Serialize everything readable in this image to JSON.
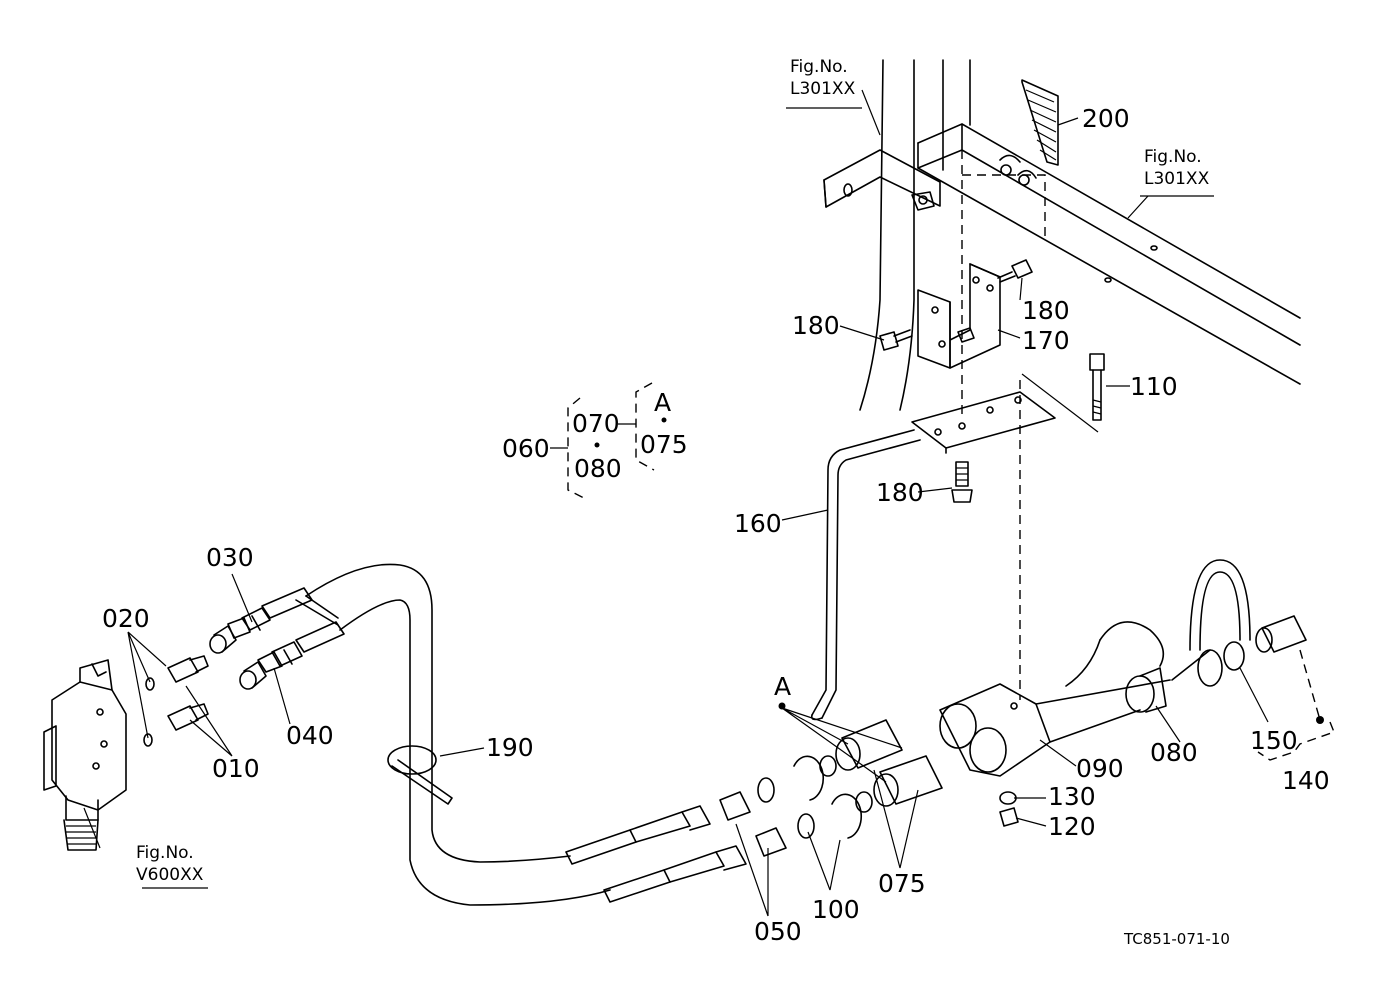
{
  "diagram": {
    "drawing_code": "TC851-071-10",
    "fig_refs": [
      {
        "id": "fig-ref-l301xx-top",
        "line1": "Fig.No.",
        "line2": "L301XX"
      },
      {
        "id": "fig-ref-l301xx-right",
        "line1": "Fig.No.",
        "line2": "L301XX"
      },
      {
        "id": "fig-ref-v600xx",
        "line1": "Fig.No.",
        "line2": "V600XX"
      }
    ],
    "parts": {
      "p010": "010",
      "p020": "020",
      "p030": "030",
      "p040": "040",
      "p050": "050",
      "p060": "060",
      "p070": "070",
      "p075a": "075",
      "p075b": "075",
      "p080a": "080",
      "p080b": "080",
      "p090": "090",
      "p100": "100",
      "p110": "110",
      "p120": "120",
      "p130": "130",
      "p140": "140",
      "p150": "150",
      "p160": "160",
      "p170": "170",
      "p180a": "180",
      "p180b": "180",
      "p180c": "180",
      "p190": "190",
      "p200": "200"
    },
    "markers": {
      "a_group": "A",
      "a_view": "A"
    }
  }
}
